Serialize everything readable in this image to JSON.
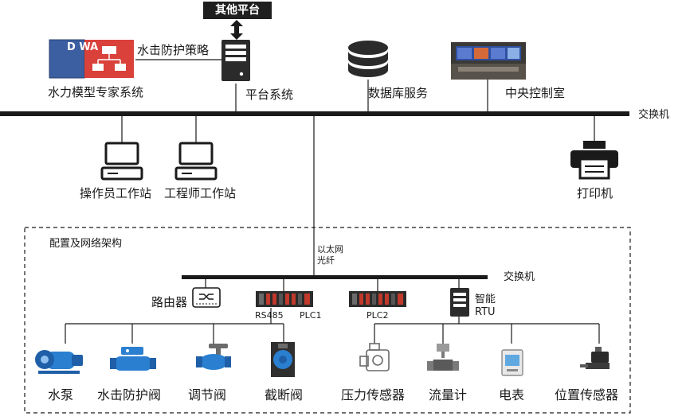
{
  "top": {
    "other_platform": "其他平台",
    "strategy_label": "水击防护策略",
    "expert_system": "水力模型专家系统",
    "expert_logo_letters": "D WA",
    "platform_system": "平台系统",
    "database": "数据库服务",
    "control_room": "中央控制室",
    "switch_label": "交换机"
  },
  "middle": {
    "operator": "操作员工作站",
    "engineer": "工程师工作站",
    "printer": "打印机",
    "link_line1": "以太网",
    "link_line2": "光纤"
  },
  "region": {
    "title": "配置及网络架构",
    "switch_label": "交换机",
    "router": "路由器",
    "rs485": "RS485",
    "plc1": "PLC1",
    "plc2": "PLC2",
    "rtu_line1": "智能",
    "rtu_line2": "RTU"
  },
  "devices": [
    {
      "label": "水泵"
    },
    {
      "label": "水击防护阀"
    },
    {
      "label": "调节阀"
    },
    {
      "label": "截断阀"
    },
    {
      "label": "压力传感器"
    },
    {
      "label": "流量计"
    },
    {
      "label": "电表"
    },
    {
      "label": "位置传感器"
    }
  ],
  "colors": {
    "line": "#1a1a1a",
    "device_blue": "#2a7fd0",
    "device_dark_blue": "#1f5fa8",
    "rack_dark": "#2b2b2b",
    "rack_red": "#c0392b",
    "logo_blue": "#3b5fa0",
    "logo_red": "#d9413a"
  }
}
